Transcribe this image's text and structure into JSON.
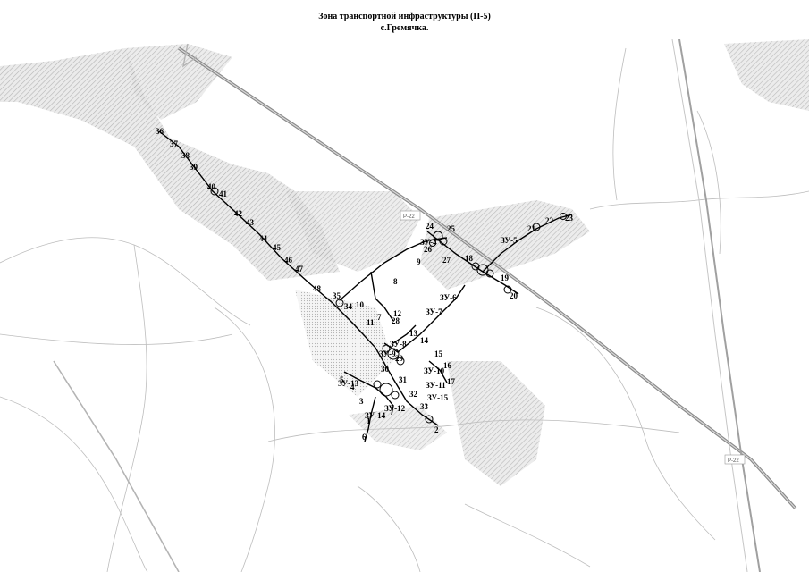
{
  "title": "Зона транспортной инфраструктуры (П-5)",
  "subtitle": "с.Гремячка.",
  "road_labels": [
    "Р-22",
    "Р-22"
  ],
  "point_labels": [
    "36",
    "37",
    "38",
    "39",
    "40",
    "41",
    "42",
    "43",
    "44",
    "45",
    "46",
    "47",
    "48",
    "1",
    "2",
    "3",
    "4",
    "5",
    "6",
    "7",
    "8",
    "9",
    "10",
    "11",
    "12",
    "13",
    "14",
    "15",
    "16",
    "17",
    "18",
    "19",
    "20",
    "21",
    "22",
    "23",
    "24",
    "25",
    "26",
    "27",
    "28",
    "29",
    "30",
    "31",
    "32",
    "33",
    "34",
    "35"
  ],
  "parcel_labels": [
    "ЗУ-4",
    "ЗУ-5",
    "ЗУ-6",
    "ЗУ-7",
    "ЗУ-8",
    "ЗУ-9",
    "ЗУ-10",
    "ЗУ-11",
    "ЗУ-12",
    "ЗУ-13",
    "ЗУ-14",
    "ЗУ-15"
  ],
  "colors": {
    "line": "#000000",
    "hatch": "#b8b8b8",
    "road": "#9a9a9a",
    "background": "#ffffff"
  }
}
